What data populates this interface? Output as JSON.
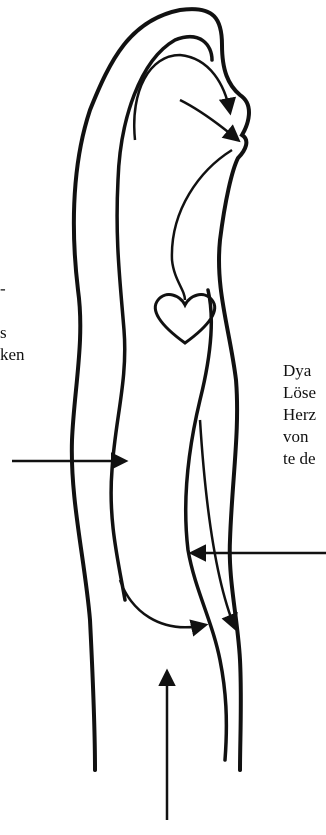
{
  "left_label": {
    "lines": [
      "-",
      "",
      "s",
      "ken"
    ]
  },
  "right_label": {
    "lines": [
      "Dya",
      "Löse",
      "Herz",
      "von",
      "te de"
    ]
  },
  "colors": {
    "ink": "#111111",
    "background": "#ffffff"
  }
}
